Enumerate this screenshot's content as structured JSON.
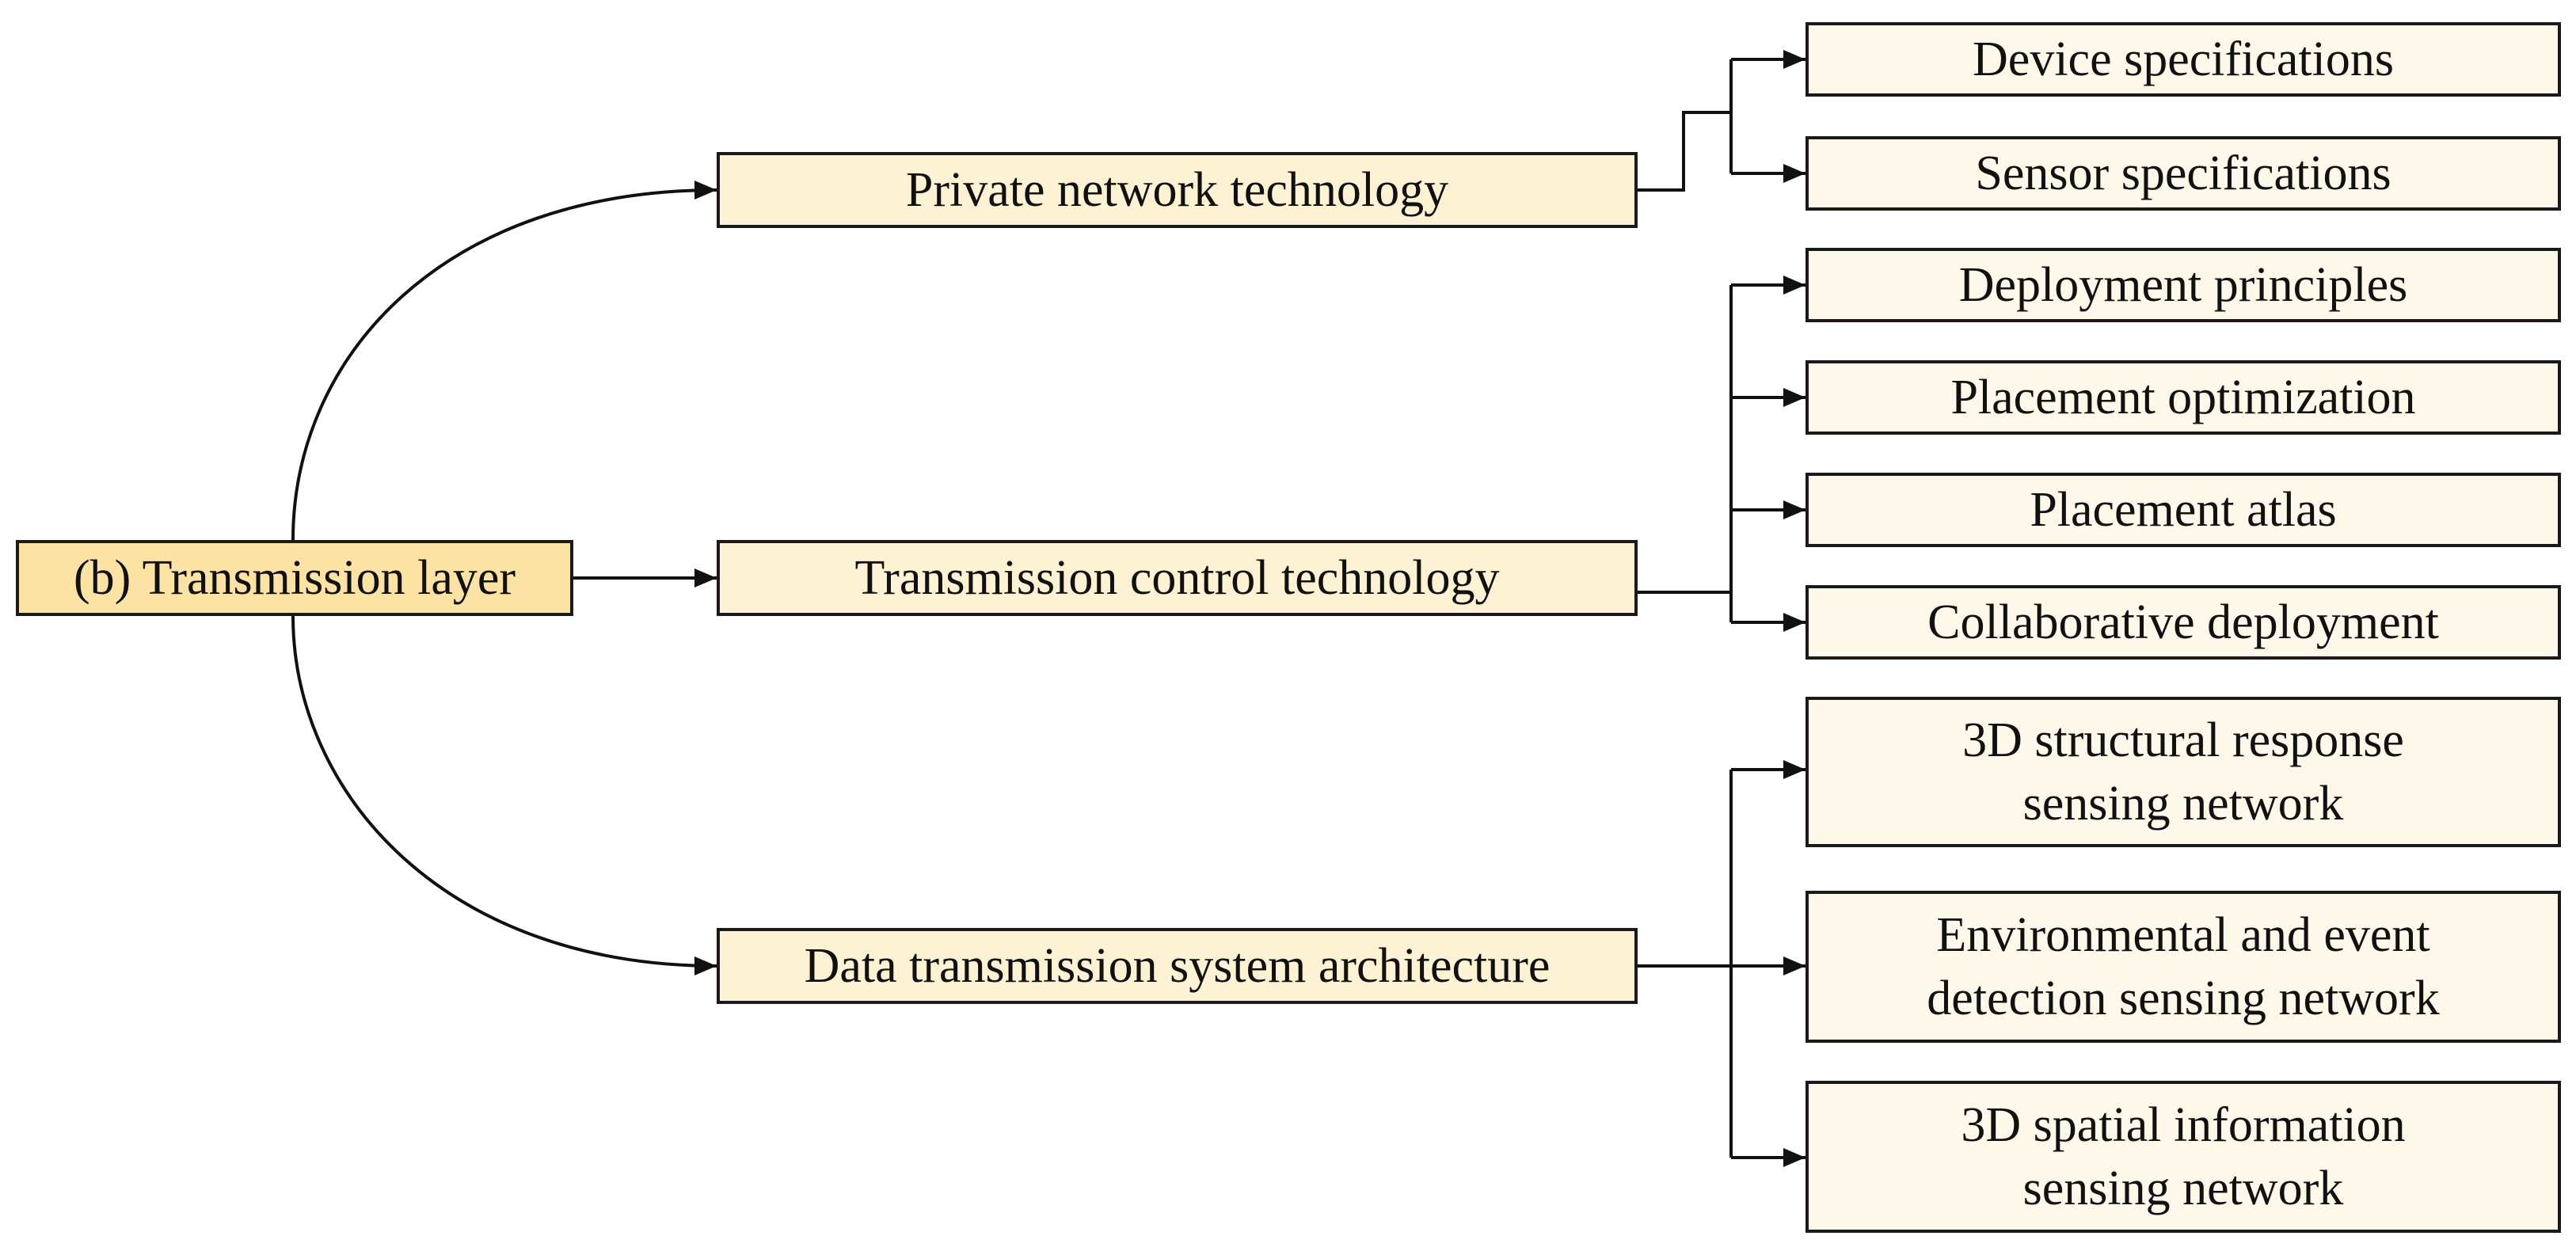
{
  "colors": {
    "root_fill": "#fce2a4",
    "branch_fill": "#fdf2d4",
    "leaf_fill": "#fef8ea",
    "line": "#111111"
  },
  "root": {
    "label": "(b) Transmission layer"
  },
  "branches": [
    {
      "label": "Private network technology",
      "leaves": [
        {
          "lines": [
            "Device specifications"
          ]
        },
        {
          "lines": [
            "Sensor specifications"
          ]
        }
      ]
    },
    {
      "label": "Transmission control technology",
      "leaves": [
        {
          "lines": [
            "Deployment principles"
          ]
        },
        {
          "lines": [
            "Placement optimization"
          ]
        },
        {
          "lines": [
            "Placement atlas"
          ]
        },
        {
          "lines": [
            "Collaborative deployment"
          ]
        }
      ]
    },
    {
      "label": "Data transmission system architecture",
      "leaves": [
        {
          "lines": [
            "3D structural response",
            "sensing network"
          ]
        },
        {
          "lines": [
            "Environmental and event",
            "detection sensing network"
          ]
        },
        {
          "lines": [
            "3D spatial information",
            "sensing network"
          ]
        }
      ]
    }
  ]
}
